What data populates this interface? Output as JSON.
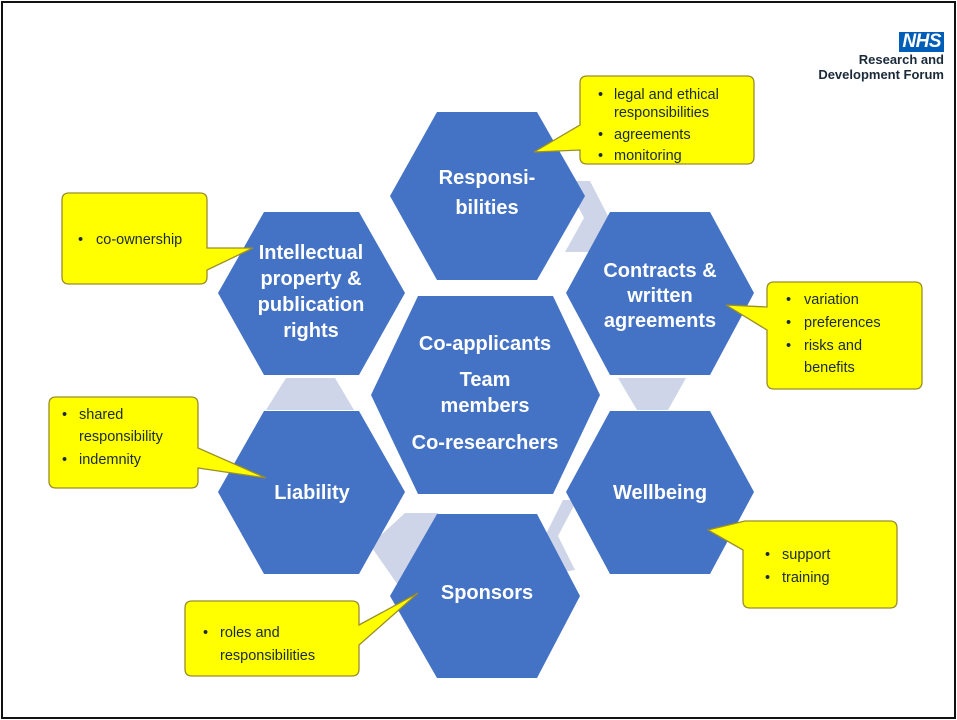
{
  "logo": {
    "brand": "NHS",
    "org_line1": "Research and",
    "org_line2": "Development Forum"
  },
  "hexagons": {
    "center": [
      "Co-applicants",
      "Team",
      "members",
      "Co-researchers"
    ],
    "responsibilities": [
      "Responsi-",
      "bilities"
    ],
    "contracts": [
      "Contracts &",
      "written",
      "agreements"
    ],
    "wellbeing": [
      "Wellbeing"
    ],
    "sponsors": [
      "Sponsors"
    ],
    "liability": [
      "Liability"
    ],
    "intellectual": [
      "Intellectual",
      "property &",
      "publication",
      "rights"
    ]
  },
  "callouts": {
    "responsibilities": [
      "legal and ethical",
      "responsibilities",
      "agreements",
      "monitoring"
    ],
    "contracts": [
      "variation",
      "preferences",
      "risks and",
      "benefits"
    ],
    "wellbeing": [
      "support",
      "training"
    ],
    "sponsors": [
      "roles and",
      "responsibilities"
    ],
    "liability": [
      "shared",
      "responsibility",
      "indemnity"
    ],
    "intellectual": [
      "co-ownership"
    ]
  },
  "colors": {
    "hexagon": "#4472c4",
    "connector": "#cfd5e8",
    "callout": "#ffff00",
    "nhs_blue": "#005eb8"
  }
}
